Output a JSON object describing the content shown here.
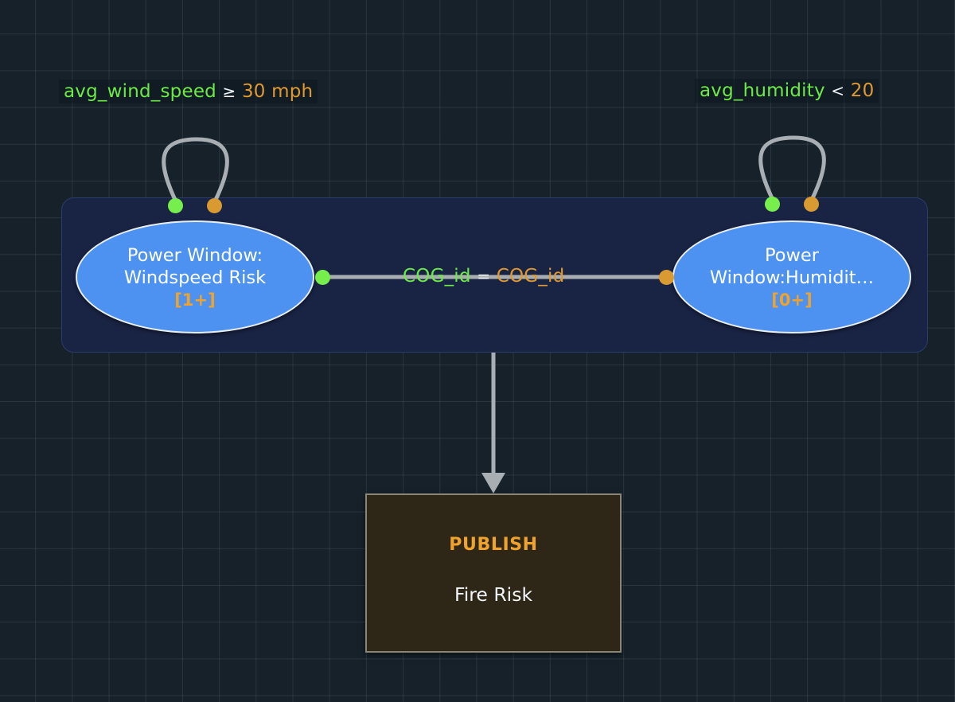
{
  "canvas": {
    "background_color": "#16212a",
    "grid_color": "#8ca0af"
  },
  "colors": {
    "field_green": "#6ceb46",
    "value_orange": "#e0992f",
    "operator_white": "#eef2f4",
    "node_blue": "#4d92f0",
    "node_border": "#e9eef2",
    "badge_orange": "#f0a32b",
    "group_fill": "#192343",
    "group_border": "#2b3c6b",
    "edge_gray": "#a8aeb2",
    "port_green": "#76ee4c",
    "port_orange": "#d99a32",
    "publish_fill": "#2e2717",
    "publish_border": "#8a8577"
  },
  "conditions": {
    "left": {
      "field": "avg_wind_speed",
      "operator": "≥",
      "value": "30 mph"
    },
    "right": {
      "field": "avg_humidity",
      "operator": "<",
      "value": "20"
    }
  },
  "nodes": {
    "left": {
      "title": "Power Window:\nWindspeed Risk",
      "badge": "[1+]",
      "ports": {
        "loop_source": "green",
        "loop_target": "orange",
        "output": "green"
      }
    },
    "right": {
      "title": "Power\nWindow:Humidit…",
      "badge": "[0+]",
      "ports": {
        "loop_source": "green",
        "loop_target": "orange",
        "input": "orange"
      }
    }
  },
  "edge": {
    "join_left": "COG_id",
    "join_operator": "=",
    "join_right": "COG_id"
  },
  "publish": {
    "kind": "PUBLISH",
    "name": "Fire Risk"
  }
}
